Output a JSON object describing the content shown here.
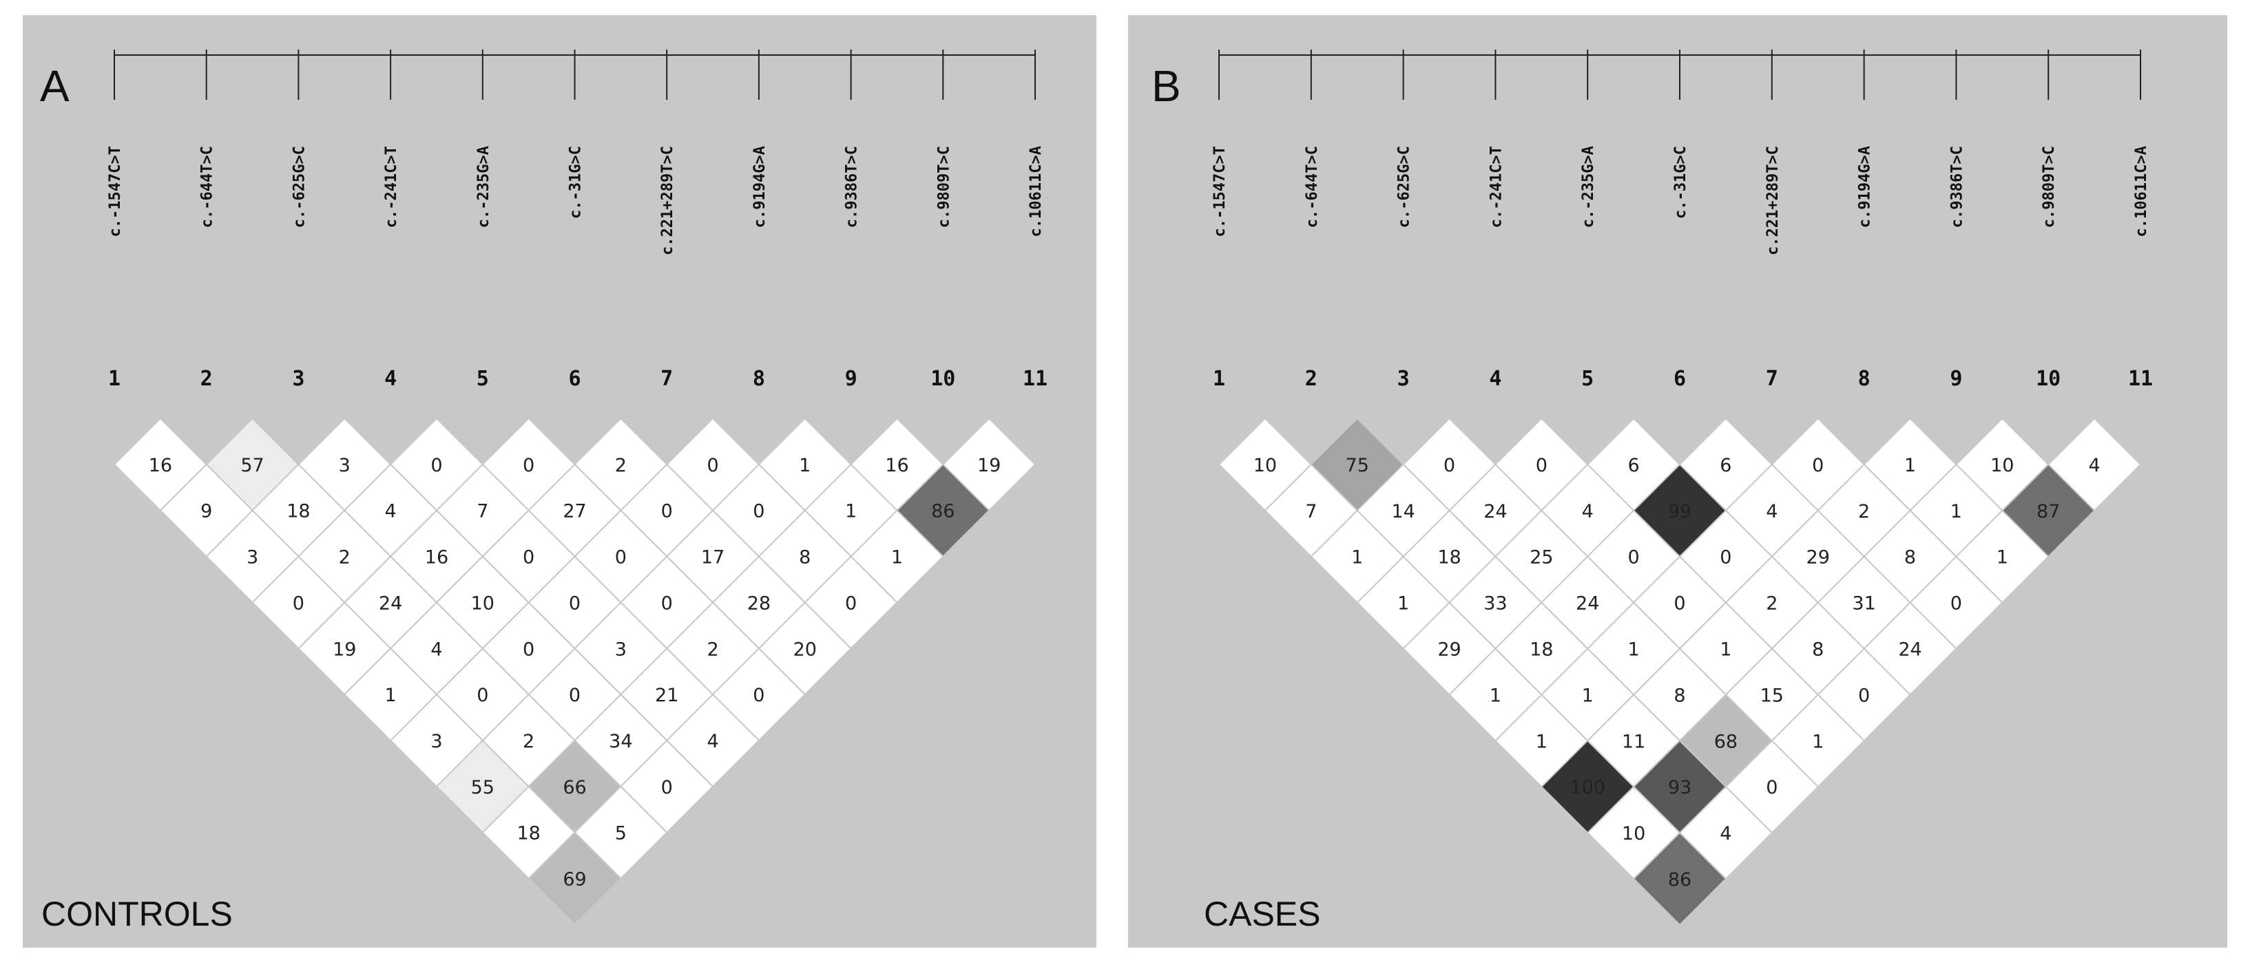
{
  "colors": {
    "background": "#c8c8c8",
    "ld_scale": {
      "0-49": "#ffffff",
      "55-57": "#ececec",
      "66-69": "#bcbcbc",
      "75": "#a4a4a4",
      "86-87": "#707070",
      "93": "#585858",
      "99-100": "#333333"
    }
  },
  "markers": [
    {
      "index": "1",
      "name": "c.-1547C>T"
    },
    {
      "index": "2",
      "name": "c.-644T>C"
    },
    {
      "index": "3",
      "name": "c.-625G>C"
    },
    {
      "index": "4",
      "name": "c.-241C>T"
    },
    {
      "index": "5",
      "name": "c.-235G>A"
    },
    {
      "index": "6",
      "name": "c.-31G>C"
    },
    {
      "index": "7",
      "name": "c.221+289T>C"
    },
    {
      "index": "8",
      "name": "c.9194G>A"
    },
    {
      "index": "9",
      "name": "c.9386T>C"
    },
    {
      "index": "10",
      "name": "c.9809T>C"
    },
    {
      "index": "11",
      "name": "c.10611C>A"
    }
  ],
  "panels": [
    {
      "letter": "A",
      "group": "CONTROLS",
      "ld_matrix": [
        [
          16,
          57,
          3,
          0,
          0,
          2,
          0,
          1,
          16,
          19
        ],
        [
          9,
          18,
          4,
          7,
          27,
          0,
          0,
          1,
          86
        ],
        [
          3,
          2,
          16,
          0,
          0,
          17,
          8,
          1
        ],
        [
          0,
          24,
          10,
          0,
          0,
          28,
          0
        ],
        [
          19,
          4,
          0,
          3,
          2,
          20
        ],
        [
          1,
          0,
          0,
          21,
          0
        ],
        [
          3,
          2,
          34,
          4
        ],
        [
          55,
          66,
          0
        ],
        [
          18,
          5
        ],
        [
          69
        ]
      ]
    },
    {
      "letter": "B",
      "group": "CASES",
      "ld_matrix": [
        [
          10,
          75,
          0,
          0,
          6,
          6,
          0,
          1,
          10,
          4
        ],
        [
          7,
          14,
          24,
          4,
          99,
          4,
          2,
          1,
          87
        ],
        [
          1,
          18,
          25,
          0,
          0,
          29,
          8,
          1
        ],
        [
          1,
          33,
          24,
          0,
          2,
          31,
          0
        ],
        [
          29,
          18,
          1,
          1,
          8,
          24
        ],
        [
          1,
          1,
          8,
          15,
          0
        ],
        [
          1,
          11,
          68,
          1
        ],
        [
          100,
          93,
          0
        ],
        [
          10,
          4
        ],
        [
          86
        ]
      ]
    }
  ]
}
